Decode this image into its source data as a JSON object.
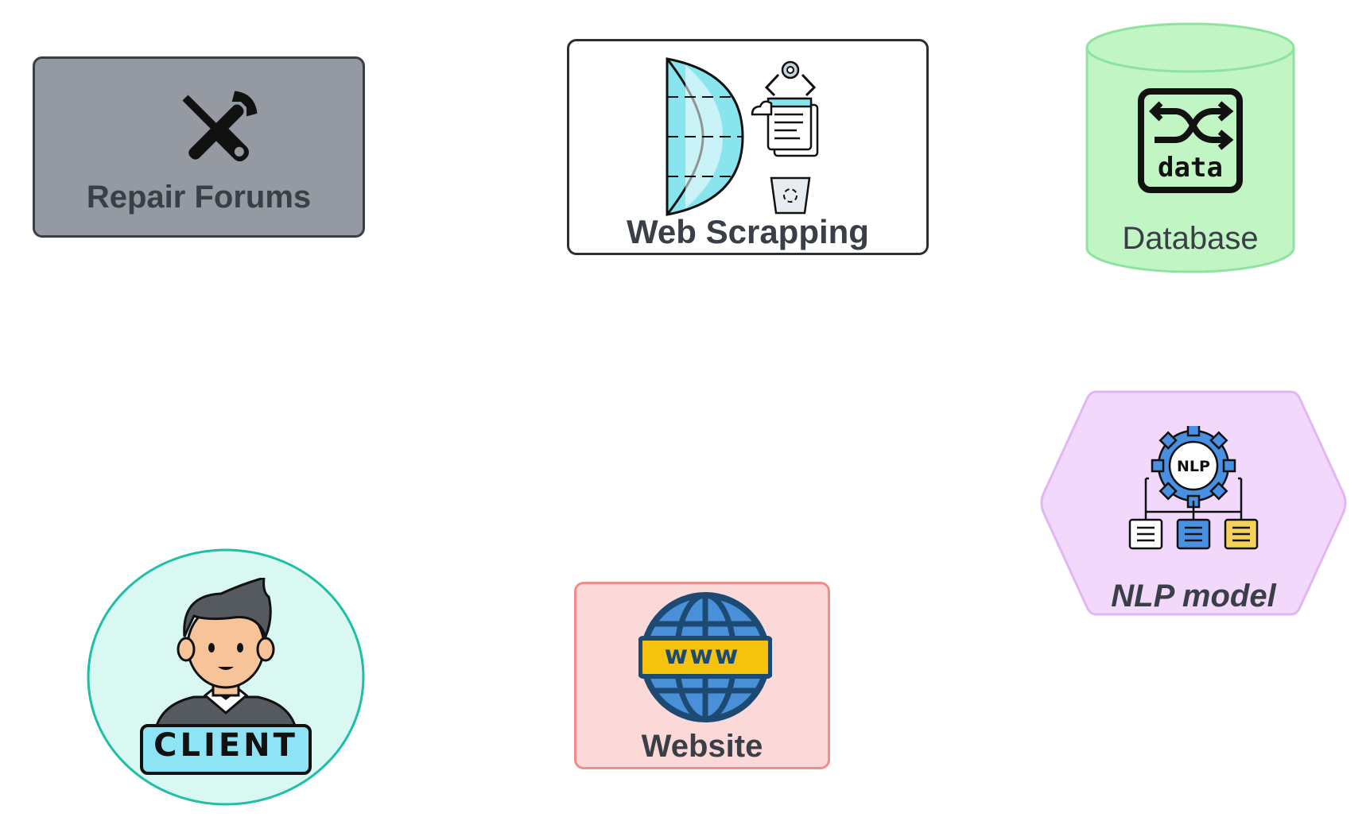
{
  "nodes": {
    "repair_forums": {
      "label": "Repair Forums",
      "icon": "wrench-screwdriver-icon",
      "fill": "#9599a1",
      "border": "#3a3f47"
    },
    "web_scrapping": {
      "label": "Web Scrapping",
      "icon": "web-scraper-icon",
      "fill": "#ffffff",
      "border": "#2b2f36"
    },
    "database": {
      "label": "Database",
      "icon_text": "data",
      "icon": "data-shuffle-icon",
      "fill": "#c1f5c4",
      "border": "#8fe3a0"
    },
    "nlp_model": {
      "label": "NLP model",
      "icon_text": "NLP",
      "icon": "nlp-gear-hierarchy-icon",
      "fill": "#f2d9fc",
      "border": "#e2b6f4"
    },
    "client": {
      "badge_text": "CLIENT",
      "icon": "client-person-icon",
      "fill": "#d9f8f1",
      "border": "#1fbfa5"
    },
    "website": {
      "label": "Website",
      "icon_text": "www",
      "icon": "globe-www-icon",
      "fill": "#fcd9d9",
      "border": "#f28b8b"
    }
  }
}
